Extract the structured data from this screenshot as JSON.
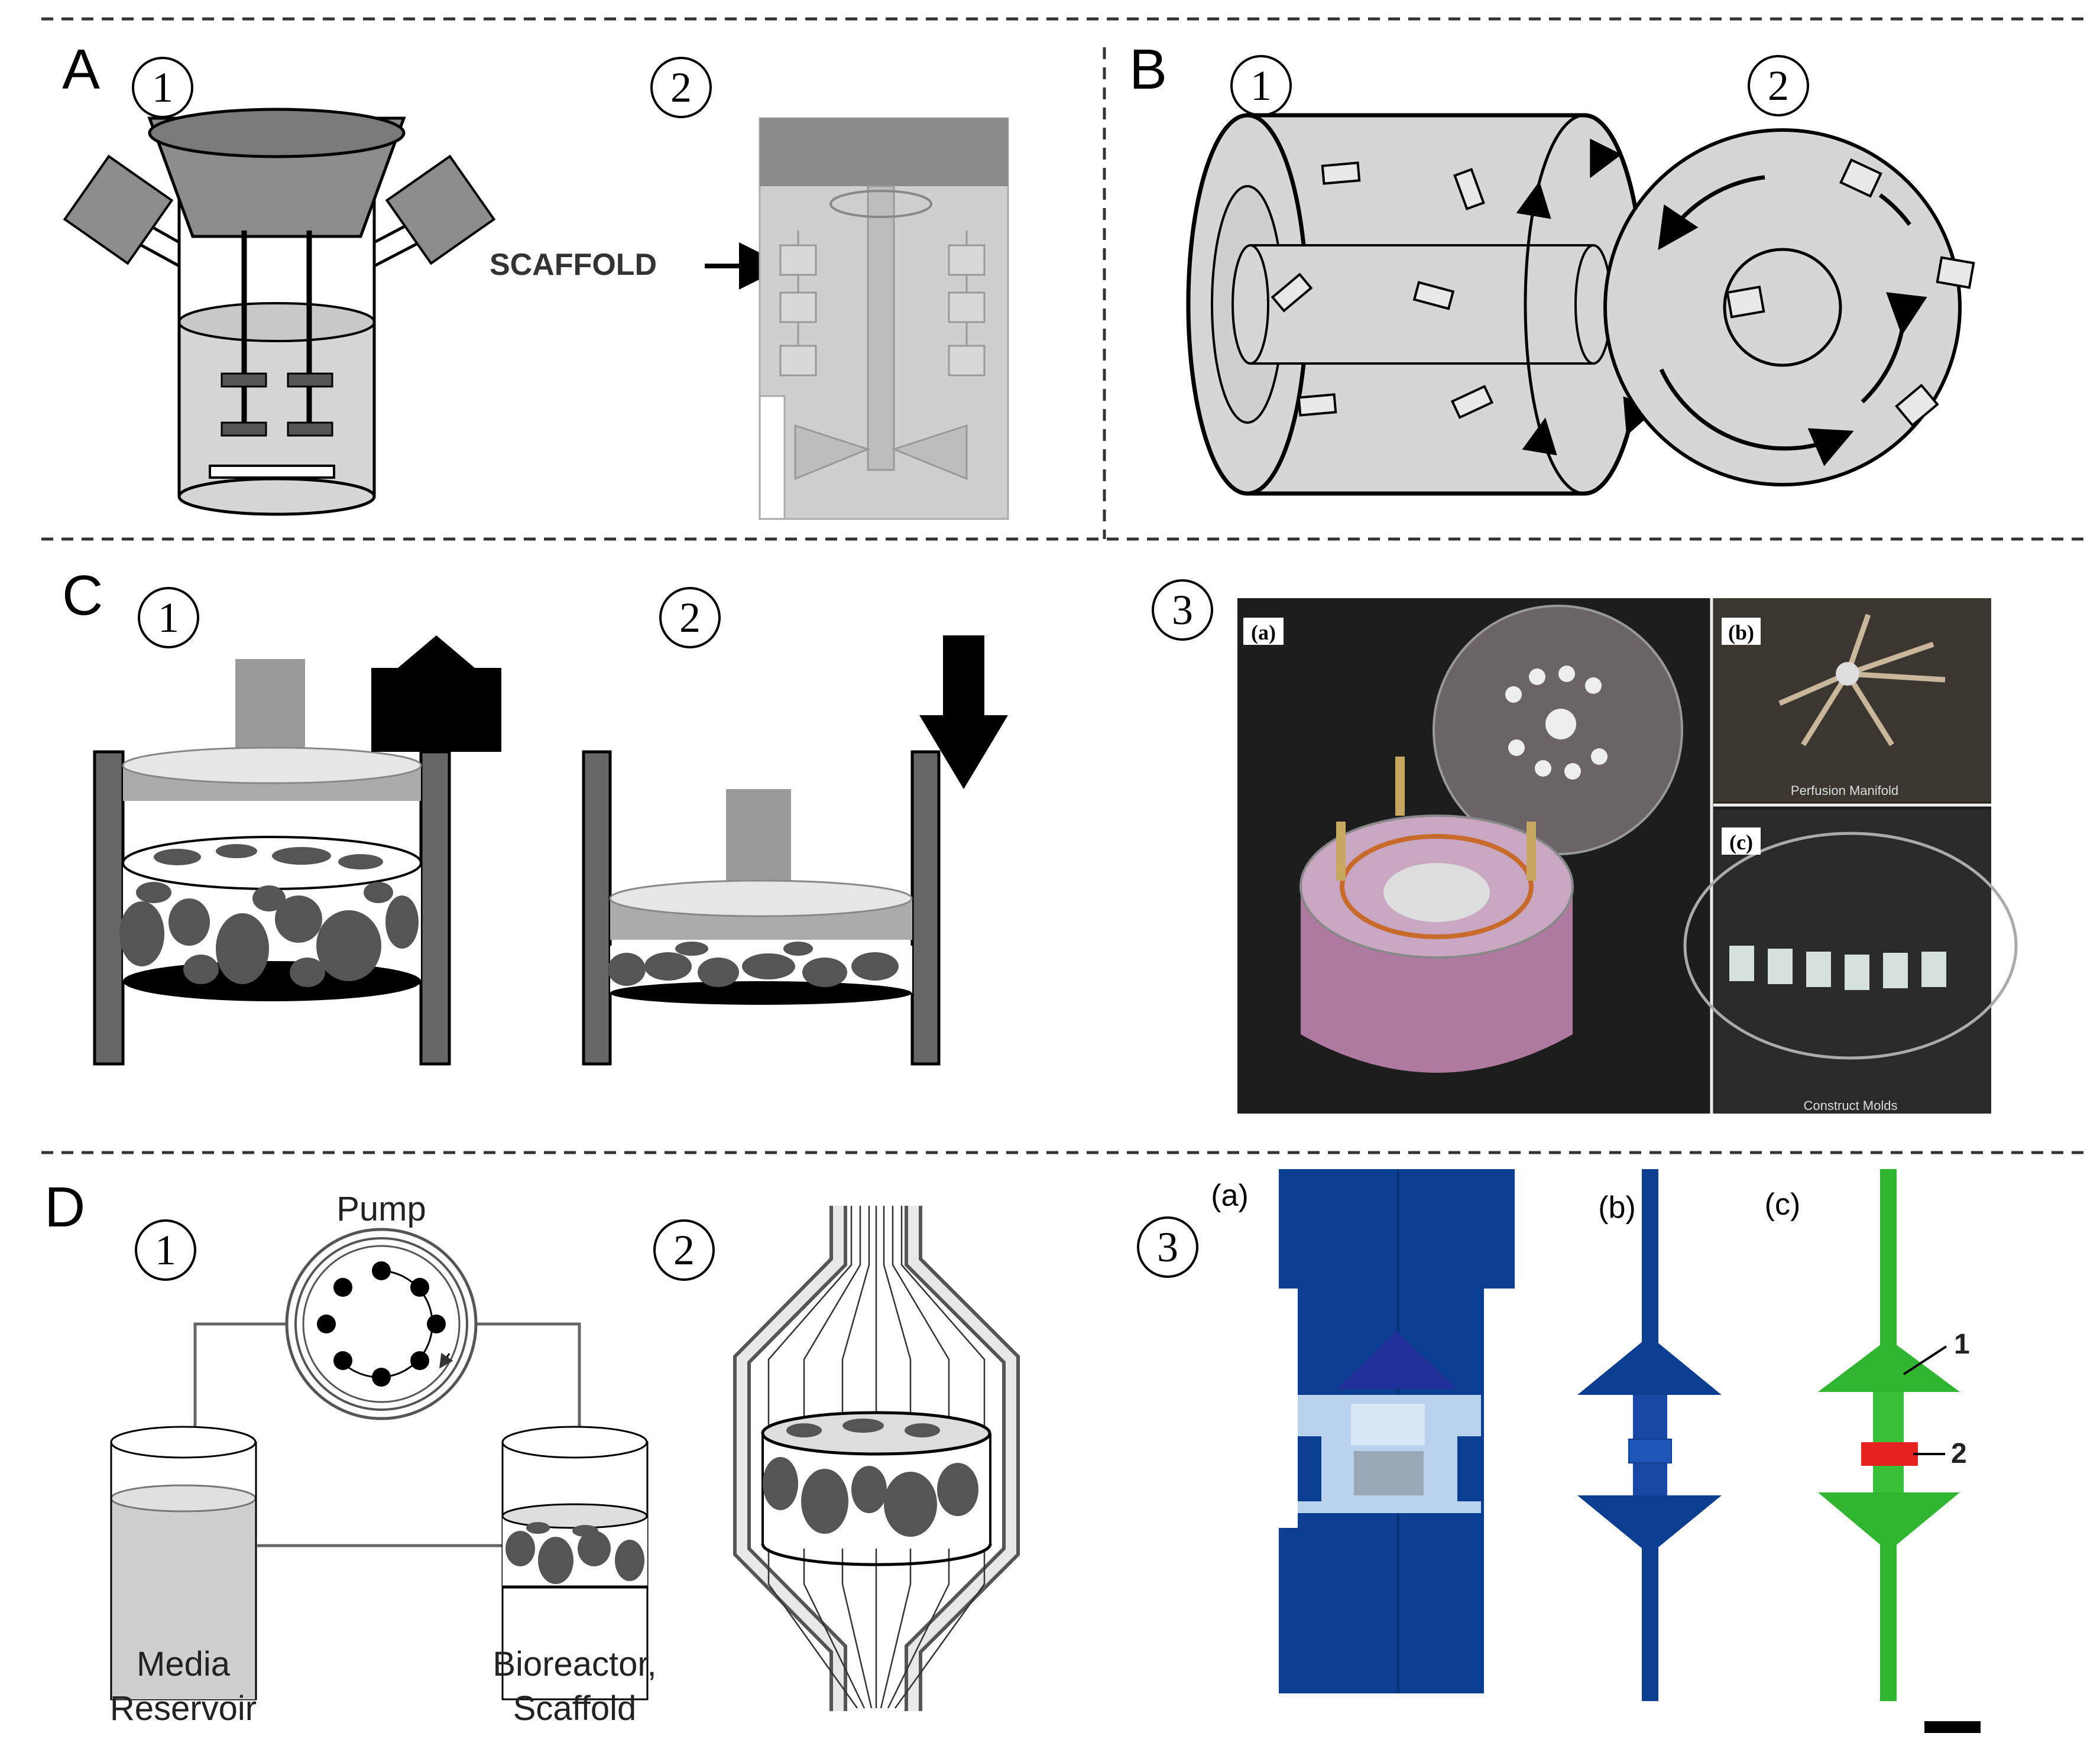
{
  "panels": {
    "A": {
      "letter": "A",
      "n1": "1",
      "n2": "2",
      "scaffold_label": "SCAFFOLD"
    },
    "B": {
      "letter": "B",
      "n1": "1",
      "n2": "2"
    },
    "C": {
      "letter": "C",
      "n1": "1",
      "n2": "2",
      "n3": "3",
      "photo": {
        "a": "(a)",
        "b": "(b)",
        "c": "(c)",
        "b_caption": "Perfusion Manifold",
        "c_caption": "Construct Molds"
      }
    },
    "D": {
      "letter": "D",
      "n1": "1",
      "n2": "2",
      "n3": "3",
      "pump": "Pump",
      "media_1": "Media",
      "media_2": "Reservoir",
      "bio_1": "Bioreactor,",
      "bio_2": "Scaffold",
      "sub_a": "(a)",
      "sub_b": "(b)",
      "sub_c": "(c)",
      "marker_1": "1",
      "marker_2": "2"
    }
  },
  "colors": {
    "gray": "#8c8c8c",
    "dark": "#555555",
    "light": "#d0d0d0",
    "blue": "#0b3d91",
    "lightblue": "#b9d3ee",
    "green": "#2fb52f",
    "red": "#e5221f"
  }
}
